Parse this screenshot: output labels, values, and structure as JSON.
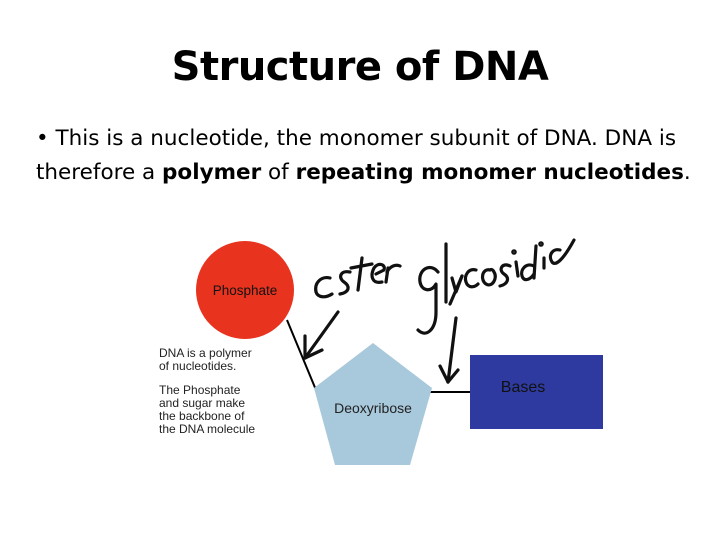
{
  "slide": {
    "title": "Structure of DNA",
    "bullet": {
      "marker": "•",
      "segments": [
        {
          "text": " This is a nucleotide, the monomer subunit of DNA. DNA is therefore a ",
          "bold": false
        },
        {
          "text": "polymer",
          "bold": true
        },
        {
          "text": " of ",
          "bold": false
        },
        {
          "text": "repeating monomer nucleotides",
          "bold": true
        },
        {
          "text": ".",
          "bold": false
        }
      ]
    }
  },
  "diagram": {
    "phosphate_label": "Phosphate",
    "sugar_label": "Deoxyribose",
    "bases_label": "Bases",
    "side_note": [
      "DNA is a polymer",
      "of nucleotides.",
      "The Phosphate",
      "and sugar make",
      "the backbone of",
      "the DNA molecule"
    ],
    "handwritten_ester": "ester",
    "handwritten_glycosidic": "glycosidic",
    "colors": {
      "phosphate": "#e8331f",
      "sugar": "#a8c8dc",
      "bases": "#2f3aa0",
      "bond": "#000000"
    }
  }
}
